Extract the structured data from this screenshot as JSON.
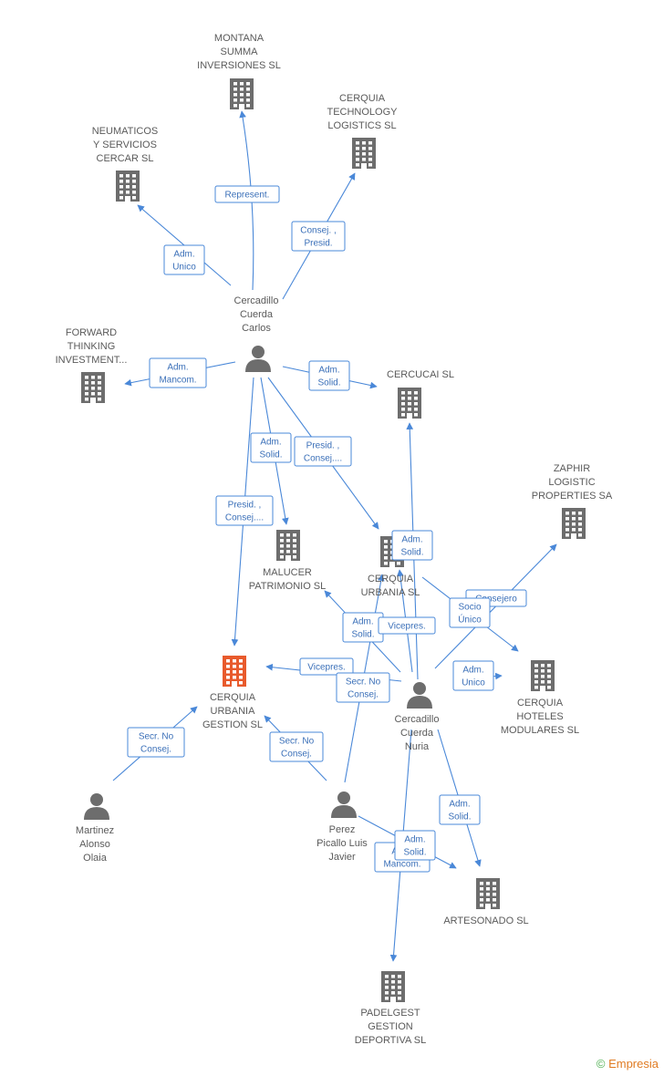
{
  "colors": {
    "edge": "#4a88d8",
    "building": "#6d6d6d",
    "highlight": "#e85a2c",
    "person": "#6d6d6d"
  },
  "nodes": [
    {
      "id": "montana",
      "type": "company",
      "lines": [
        "MONTANA",
        "SUMMA",
        "INVERSIONES SL"
      ]
    },
    {
      "id": "cerquia_tech",
      "type": "company",
      "lines": [
        "CERQUIA",
        "TECHNOLOGY",
        "LOGISTICS SL"
      ]
    },
    {
      "id": "neumaticos",
      "type": "company",
      "lines": [
        "NEUMATICOS",
        "Y SERVICIOS",
        "CERCAR  SL"
      ]
    },
    {
      "id": "forward",
      "type": "company",
      "lines": [
        "FORWARD",
        "THINKING",
        "INVESTMENT..."
      ]
    },
    {
      "id": "cercucai",
      "type": "company",
      "lines": [
        "CERCUCAI SL"
      ]
    },
    {
      "id": "zaphir",
      "type": "company",
      "lines": [
        "ZAPHIR",
        "LOGISTIC",
        "PROPERTIES SA"
      ]
    },
    {
      "id": "malucer",
      "type": "company",
      "lines": [
        "MALUCER",
        "PATRIMONIO SL"
      ]
    },
    {
      "id": "cerquia_urb",
      "type": "company",
      "lines": [
        "CERQUIA",
        "URBANIA SL"
      ]
    },
    {
      "id": "cerquia_gestion",
      "type": "company",
      "highlight": true,
      "lines": [
        "CERQUIA",
        "URBANIA",
        "GESTION  SL"
      ]
    },
    {
      "id": "hoteles",
      "type": "company",
      "lines": [
        "CERQUIA",
        "HOTELES",
        "MODULARES SL"
      ]
    },
    {
      "id": "artesonado",
      "type": "company",
      "lines": [
        "ARTESONADO SL"
      ]
    },
    {
      "id": "padelgest",
      "type": "company",
      "lines": [
        "PADELGEST",
        "GESTION",
        "DEPORTIVA SL"
      ]
    },
    {
      "id": "carlos",
      "type": "person",
      "lines": [
        "Cercadillo",
        "Cuerda",
        "Carlos"
      ]
    },
    {
      "id": "nuria",
      "type": "person",
      "lines": [
        "Cercadillo",
        "Cuerda",
        "Nuria"
      ]
    },
    {
      "id": "martinez",
      "type": "person",
      "lines": [
        "Martinez",
        "Alonso",
        "Olaia"
      ]
    },
    {
      "id": "perez",
      "type": "person",
      "lines": [
        "Perez",
        "Picallo Luis",
        "Javier"
      ]
    }
  ],
  "edges": [
    {
      "id": "e1",
      "from": "carlos",
      "to": "montana",
      "label": [
        "Represent."
      ]
    },
    {
      "id": "e2",
      "from": "carlos",
      "to": "cerquia_tech",
      "label": [
        "Consej. ,",
        "Presid."
      ]
    },
    {
      "id": "e3",
      "from": "carlos",
      "to": "neumaticos",
      "label": [
        "Adm.",
        "Unico"
      ]
    },
    {
      "id": "e4",
      "from": "carlos",
      "to": "forward",
      "label": [
        "Adm.",
        "Mancom."
      ]
    },
    {
      "id": "e5",
      "from": "carlos",
      "to": "cercucai",
      "label": [
        "Adm.",
        "Solid."
      ]
    },
    {
      "id": "e6",
      "from": "carlos",
      "to": "cerquia_urb",
      "label": [
        "Presid. ,",
        "Consej...."
      ]
    },
    {
      "id": "e7",
      "from": "carlos",
      "to": "malucer",
      "label": [
        "Adm.",
        "Solid."
      ]
    },
    {
      "id": "e8",
      "from": "carlos",
      "to": "cerquia_gestion",
      "label": [
        "Presid. ,",
        "Consej...."
      ]
    },
    {
      "id": "e9",
      "from": "nuria",
      "to": "cercucai",
      "label": [
        "Adm.",
        "Solid."
      ]
    },
    {
      "id": "e10",
      "from": "nuria",
      "to": "zaphir",
      "label": [
        "Consejero"
      ]
    },
    {
      "id": "e11",
      "from": "nuria",
      "to": "hoteles",
      "label": [
        "Socio",
        "Único"
      ]
    },
    {
      "id": "e12",
      "from": "nuria",
      "to": "hoteles",
      "label": [
        "Adm.",
        "Unico"
      ]
    },
    {
      "id": "e13",
      "from": "nuria",
      "to": "malucer",
      "label": [
        "Adm.",
        "Solid."
      ]
    },
    {
      "id": "e14",
      "from": "nuria",
      "to": "cerquia_urb",
      "label": [
        "Vicepres."
      ]
    },
    {
      "id": "e15",
      "from": "nuria",
      "to": "cerquia_gestion",
      "label": [
        "Vicepres."
      ]
    },
    {
      "id": "e16",
      "from": "nuria",
      "to": "artesonado",
      "label": [
        "Adm.",
        "Solid."
      ]
    },
    {
      "id": "e17",
      "from": "nuria",
      "to": "padelgest",
      "label": [
        "Adm.",
        "Mancom."
      ]
    },
    {
      "id": "e18",
      "from": "perez",
      "to": "cerquia_gestion",
      "label": [
        "Secr.  No",
        "Consej."
      ]
    },
    {
      "id": "e19",
      "from": "perez",
      "to": "cerquia_urb",
      "label": [
        "Secr.  No",
        "Consej."
      ]
    },
    {
      "id": "e20",
      "from": "perez",
      "to": "artesonado",
      "label": [
        "Adm.",
        "Solid."
      ]
    },
    {
      "id": "e21",
      "from": "martinez",
      "to": "cerquia_gestion",
      "label": [
        "Secr.  No",
        "Consej."
      ]
    }
  ],
  "footer": {
    "symbol": "©",
    "brand": "Empresia"
  }
}
